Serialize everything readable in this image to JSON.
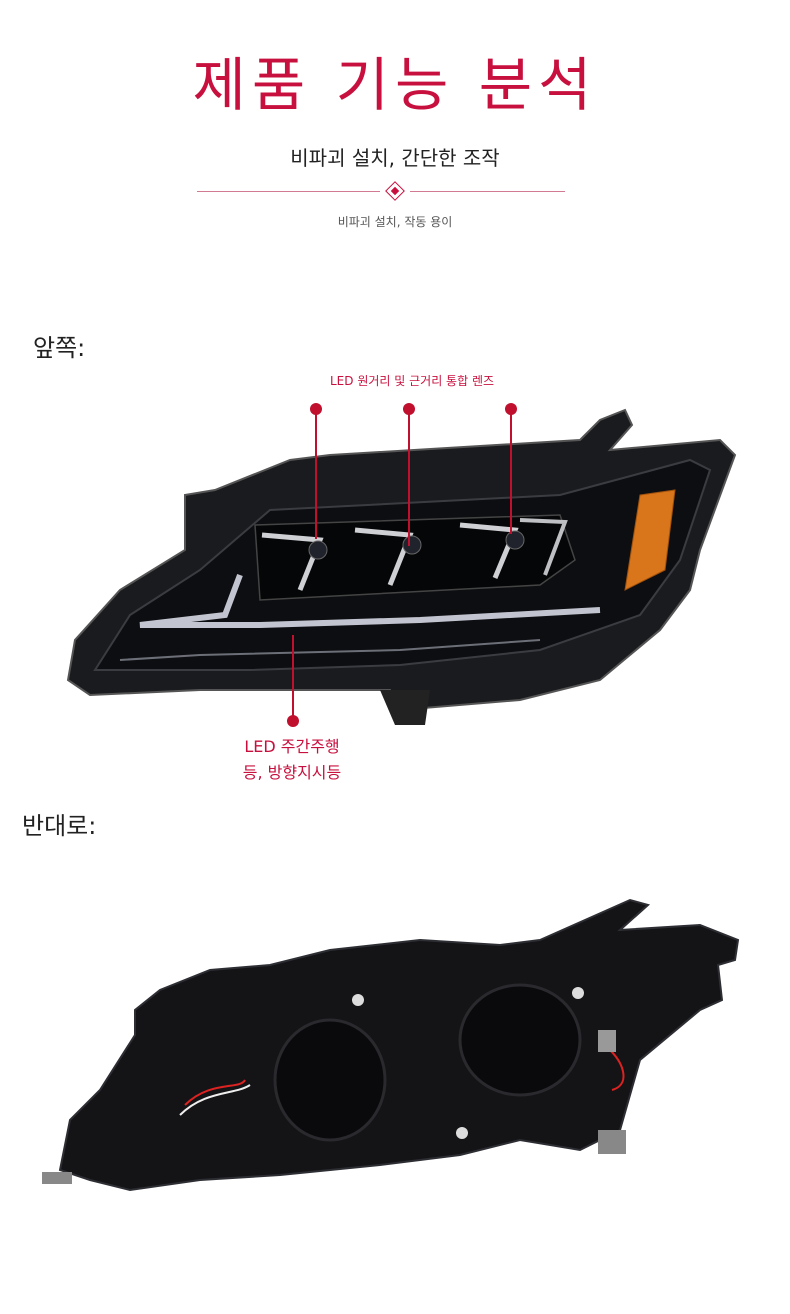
{
  "header": {
    "title": "제품 기능 분석",
    "subtitle": "비파괴 설치, 간단한 조작",
    "caption": "비파괴 설치, 작동 용이"
  },
  "front": {
    "label": "앞쪽:",
    "lens_callout": "LED 원거리 및 근거리 통합 렌즈",
    "drl_callout_line1": "LED 주간주행",
    "drl_callout_line2": "등, 방향지시등"
  },
  "back": {
    "label": "반대로:"
  },
  "colors": {
    "accent": "#c8103e"
  }
}
